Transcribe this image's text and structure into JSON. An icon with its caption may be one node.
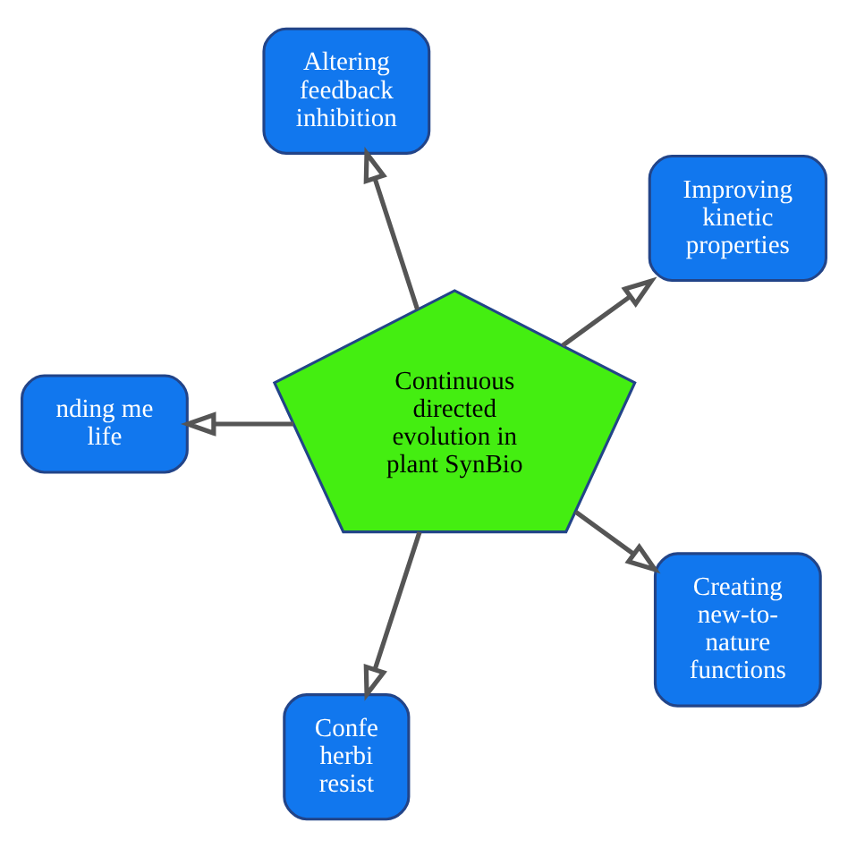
{
  "diagram": {
    "nodes": [
      {
        "text": [
          "Continuous directed evolution in plant SynBio"
        ]
      },
      {
        "text": [
          "Improving kinetic properties"
        ]
      },
      {
        "text": [
          "Altering feedback inhibition"
        ]
      },
      {
        "text": [
          "nding me life"
        ]
      },
      {
        "text": [
          "Confe herbi resist"
        ]
      },
      {
        "text": [
          "Creating new-to-nature functions"
        ]
      }
    ],
    "edges": [
      {
        "from": 0,
        "to": 1,
        "arrow": "to"
      },
      {
        "from": 0,
        "to": 2,
        "arrow": "to"
      },
      {
        "from": 0,
        "to": 3,
        "arrow": "to"
      },
      {
        "from": 0,
        "to": 4,
        "arrow": "to"
      },
      {
        "from": 0,
        "to": 5,
        "arrow": "to"
      }
    ]
  }
}
